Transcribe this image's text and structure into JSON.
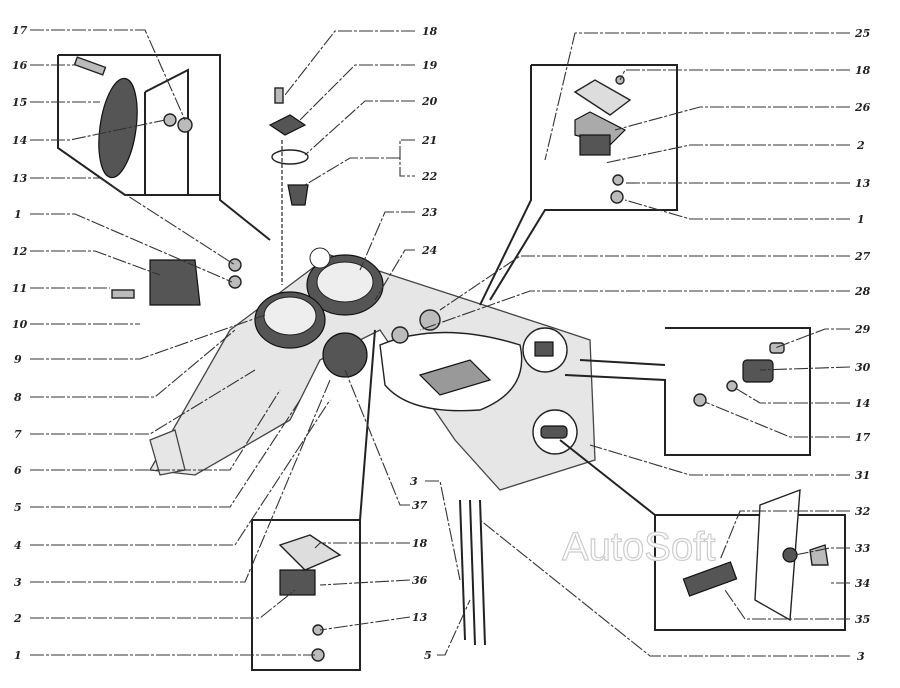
{
  "title": "Instrument panel exploded parts diagram",
  "watermark": "AutoSoft",
  "labels": {
    "left": [
      "17",
      "16",
      "15",
      "14",
      "13",
      "1",
      "12",
      "11",
      "10",
      "9",
      "8",
      "7",
      "6",
      "5",
      "4",
      "3",
      "2",
      "1"
    ],
    "top_center": [
      "18",
      "19",
      "20",
      "21",
      "22",
      "23",
      "24"
    ],
    "right": [
      "25",
      "18",
      "26",
      "2",
      "13",
      "1",
      "27",
      "28",
      "29",
      "30",
      "14",
      "17",
      "31",
      "32",
      "33",
      "34",
      "35",
      "3"
    ],
    "bottom_center": [
      "3",
      "37",
      "18",
      "36",
      "13",
      "5"
    ]
  }
}
